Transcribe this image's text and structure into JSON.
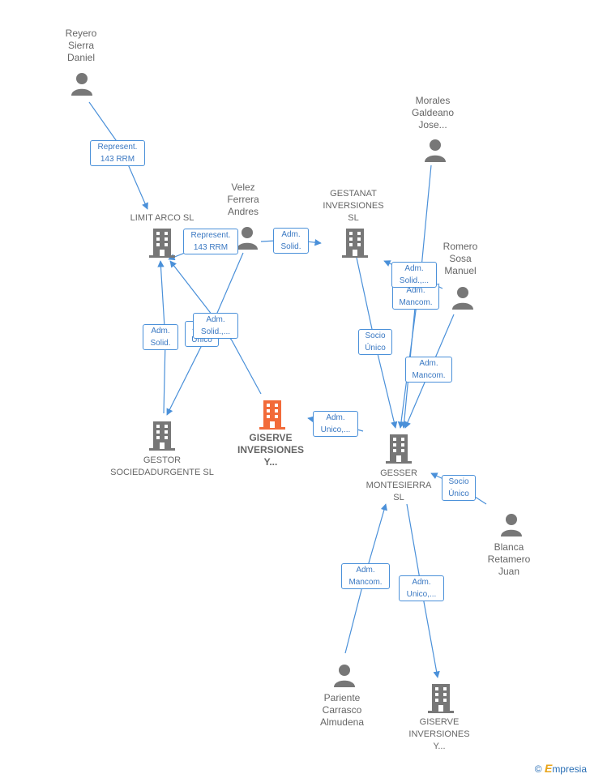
{
  "colors": {
    "edge": "#4a90d9",
    "company": "#777777",
    "focus": "#f26b3a",
    "person": "#777777",
    "label_text": "#3a78c2"
  },
  "brand": {
    "symbol": "©",
    "name_initial": "E",
    "name_rest": "mpresia"
  },
  "nodes": {
    "reyero": {
      "label": "Reyero\nSierra\nDaniel",
      "type": "person"
    },
    "limit": {
      "label": "LIMIT ARCO  SL",
      "type": "company"
    },
    "velez": {
      "label": "Velez\nFerrera\nAndres",
      "type": "person"
    },
    "gestanat": {
      "label": "GESTANAT\nINVERSIONES\nSL",
      "type": "company"
    },
    "morales": {
      "label": "Morales\nGaldeano\nJose...",
      "type": "person"
    },
    "romero": {
      "label": "Romero\nSosa\nManuel",
      "type": "person"
    },
    "gestor": {
      "label": "GESTOR\nSOCIEDADURGENTE SL",
      "type": "company"
    },
    "giserve_main": {
      "label": "GISERVE\nINVERSIONES\nY...",
      "type": "focus"
    },
    "gesser": {
      "label": "GESSER\nMONTESIERRA\nSL",
      "type": "company"
    },
    "blanca": {
      "label": "Blanca\nRetamero\nJuan",
      "type": "person"
    },
    "pariente": {
      "label": "Pariente\nCarrasco\nAlmudena",
      "type": "person"
    },
    "giserve2": {
      "label": "GISERVE\nINVERSIONES\nY...",
      "type": "company"
    }
  },
  "edges": [
    {
      "id": "e1",
      "label": "Represent.\n143 RRM"
    },
    {
      "id": "e2",
      "label": "Represent.\n143 RRM"
    },
    {
      "id": "e3",
      "label": "Adm.\nSolid."
    },
    {
      "id": "e4",
      "label": "Adm.\nSolid."
    },
    {
      "id": "e5",
      "label": "Adm.\nUnico"
    },
    {
      "id": "e6",
      "label": "Adm.\nSolid.,..."
    },
    {
      "id": "e7",
      "label": "Adm.\nUnico,..."
    },
    {
      "id": "e8",
      "label": "Socio\nÚnico"
    },
    {
      "id": "e9",
      "label": "Adm.\nMancom."
    },
    {
      "id": "e10",
      "label": "Adm.\nSolid.,..."
    },
    {
      "id": "e11",
      "label": "Adm.\nMancom."
    },
    {
      "id": "e12",
      "label": "Socio\nÚnico"
    },
    {
      "id": "e13",
      "label": "Adm.\nMancom."
    },
    {
      "id": "e14",
      "label": "Adm.\nUnico,..."
    }
  ]
}
